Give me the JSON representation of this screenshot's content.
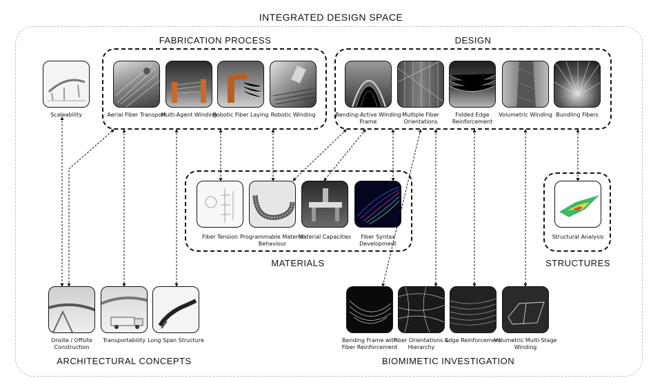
{
  "title": "INTEGRATED DESIGN SPACE",
  "groups": {
    "fabrication": "FABRICATION PROCESS",
    "design": "DESIGN",
    "materials": "MATERIALS",
    "structures": "STRUCTURES",
    "architectural": "ARCHITECTURAL CONCEPTS",
    "biomimetic": "BIOMIMETIC INVESTIGATION"
  },
  "nodes": {
    "scaleability": "Scaleability",
    "aerial": "Aerial Fiber Transport",
    "multiagent": "Multi-Agent Winding",
    "robotic_laying": "Robotic Fiber Laying",
    "robotic_winding": "Robotic Winding",
    "bending_active": "Bending-Active Winding Frame",
    "multiple_fiber": "Multiple Fiber Orientations",
    "folded_edge": "Folded Edge Reinforcement",
    "volumetric_winding": "Volumetric Winding",
    "bundling": "Bundling Fibers",
    "fiber_tension": "Fiber Tension",
    "programmable": "Programmable Material Behaviour",
    "material_capacities": "Material Capacities",
    "fiber_syntax": "Fiber Syntax Development",
    "structural_analysis": "Structural Analysis",
    "onsite": "Onsite / Offsite Construction",
    "transportability": "Transportability",
    "long_span": "Long Span Structure",
    "bending_frame": "Bending Frame with Fiber Reinforcement",
    "fiber_orientations": "Fiber Orientations & Hierarchy",
    "edge_reinforcement": "Edge Reinforcement",
    "volumetric_multi": "Volumetric Multi-Stage Winding"
  }
}
